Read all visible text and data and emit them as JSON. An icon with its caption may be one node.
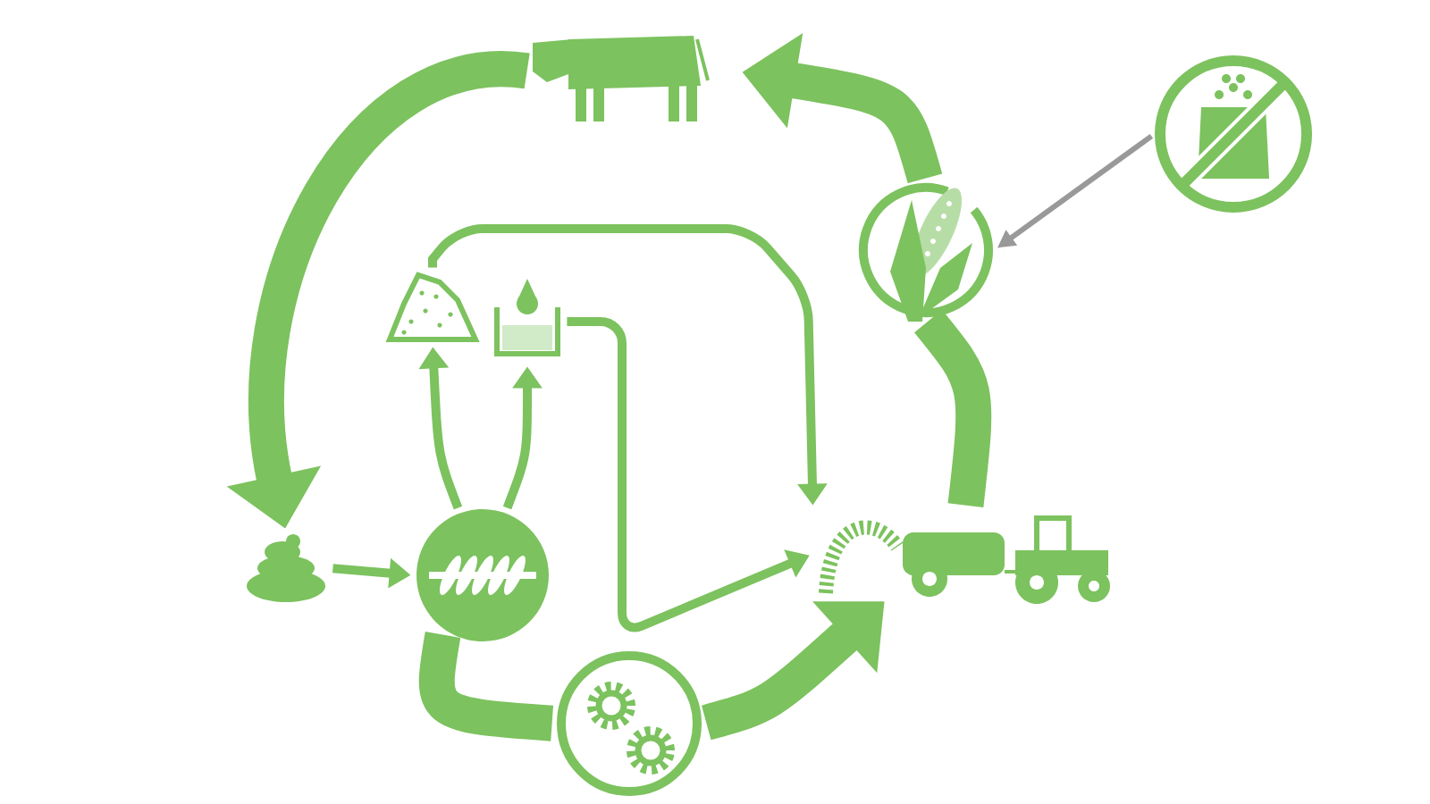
{
  "diagram": {
    "nodes": [
      {
        "text": [],
        "shape": "picture"
      },
      {
        "text": [],
        "shape": "picture"
      },
      {
        "text": [],
        "shape": "picture"
      },
      {
        "text": [],
        "shape": "picture"
      },
      {
        "text": [],
        "shape": "picture"
      },
      {
        "text": [],
        "shape": "picture"
      },
      {
        "text": [],
        "shape": "picture"
      },
      {
        "text": [],
        "shape": "picture"
      },
      {
        "text": [],
        "shape": "picture"
      }
    ],
    "edges": [
      {
        "from": 0,
        "to": 5,
        "arrow": "to",
        "style": "thick"
      },
      {
        "from": 5,
        "to": 6,
        "arrow": "to"
      },
      {
        "from": 6,
        "to": 3,
        "arrow": "to"
      },
      {
        "from": 6,
        "to": 4,
        "arrow": "to"
      },
      {
        "from": 3,
        "to": 7,
        "arrow": "to"
      },
      {
        "from": 4,
        "to": 7,
        "arrow": "to"
      },
      {
        "from": 6,
        "to": 8,
        "arrow": "none",
        "style": "thick"
      },
      {
        "from": 8,
        "to": 7,
        "arrow": "to",
        "style": "thick"
      },
      {
        "from": 7,
        "to": 2,
        "arrow": "none",
        "style": "thick"
      },
      {
        "from": 2,
        "to": 0,
        "arrow": "to",
        "style": "thick"
      },
      {
        "from": 1,
        "to": 2,
        "arrow": "to",
        "color": "#999999"
      }
    ]
  }
}
